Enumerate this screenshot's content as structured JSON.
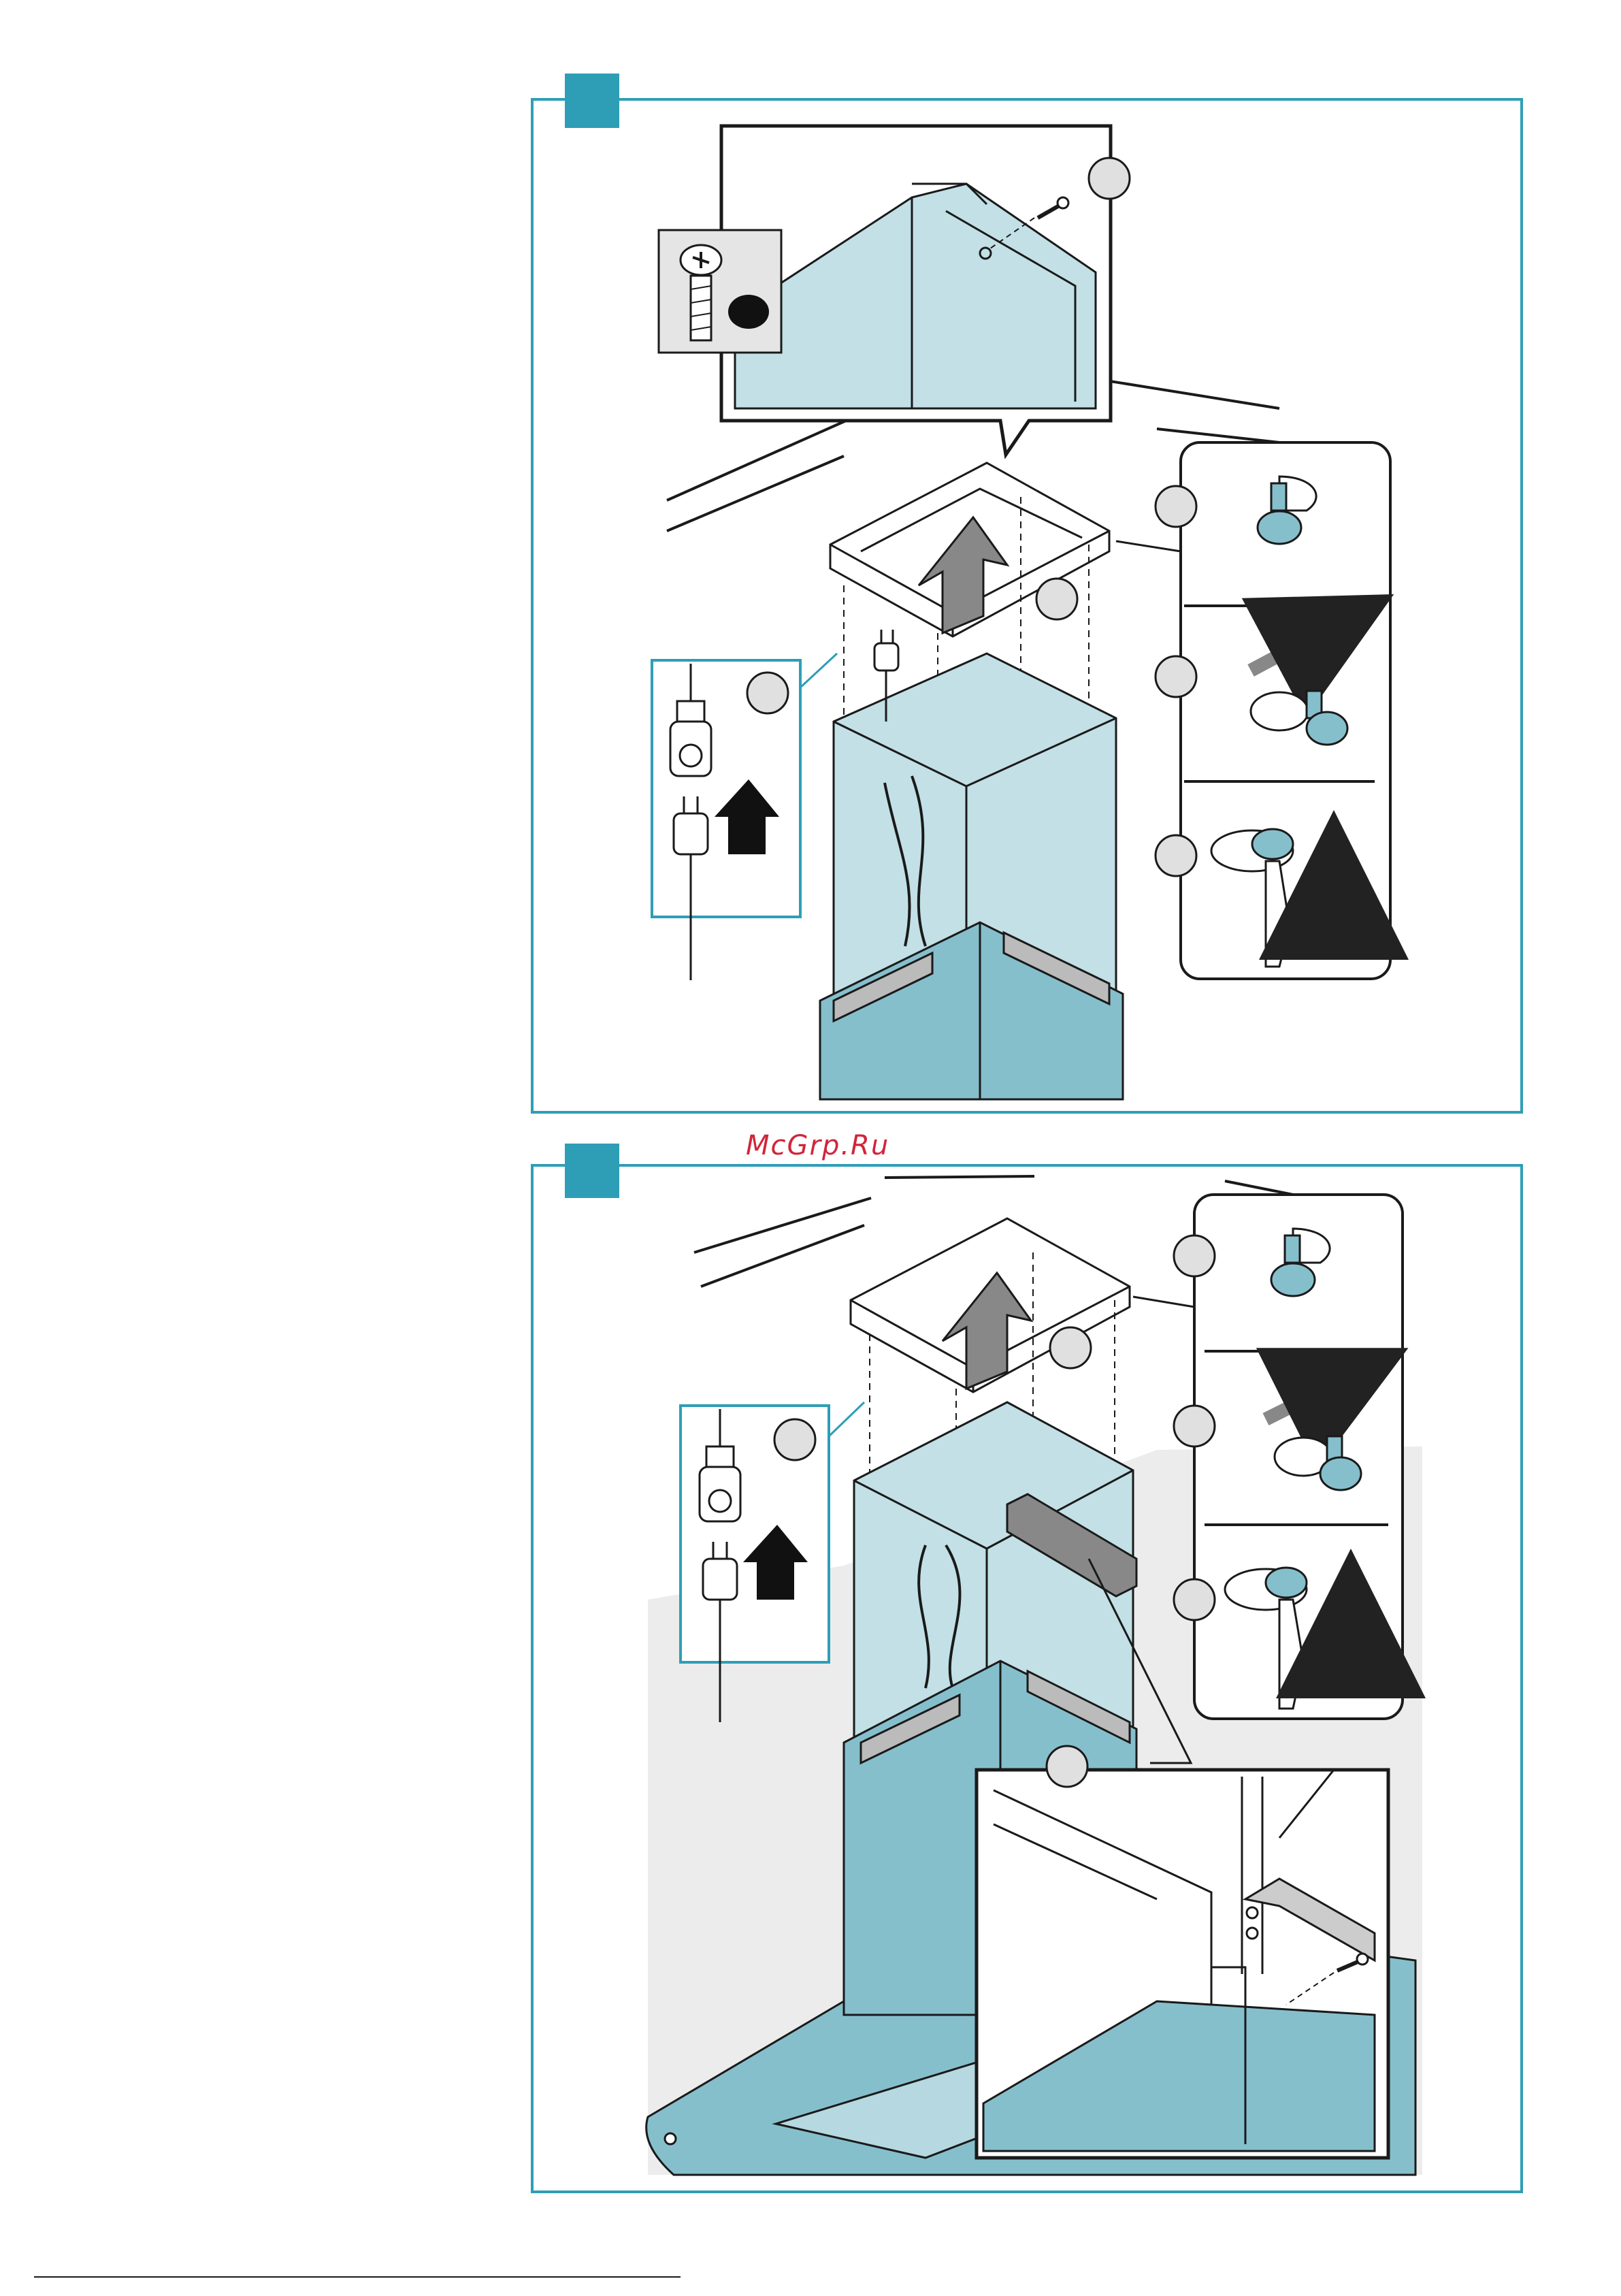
{
  "watermark": "McGrp.Ru",
  "colors": {
    "frame": "#2e9eb6",
    "accent_tile": "#2e9eb6",
    "duct_fill": "#86bfcc",
    "glass_fill": "#c2e0e6",
    "line": "#1a1a1a",
    "callout_circle": "#e0e0e0",
    "wall_gray": "#ececec"
  },
  "panels": [
    {
      "id": "step-panel-1",
      "icons": [
        "screw-icon",
        "plug-icon",
        "socket-icon",
        "screwdriver-icon",
        "arrow-up-icon"
      ]
    },
    {
      "id": "step-panel-2",
      "icons": [
        "screw-icon",
        "plug-icon",
        "socket-icon",
        "screwdriver-icon",
        "arrow-up-icon",
        "bracket-icon"
      ]
    }
  ]
}
